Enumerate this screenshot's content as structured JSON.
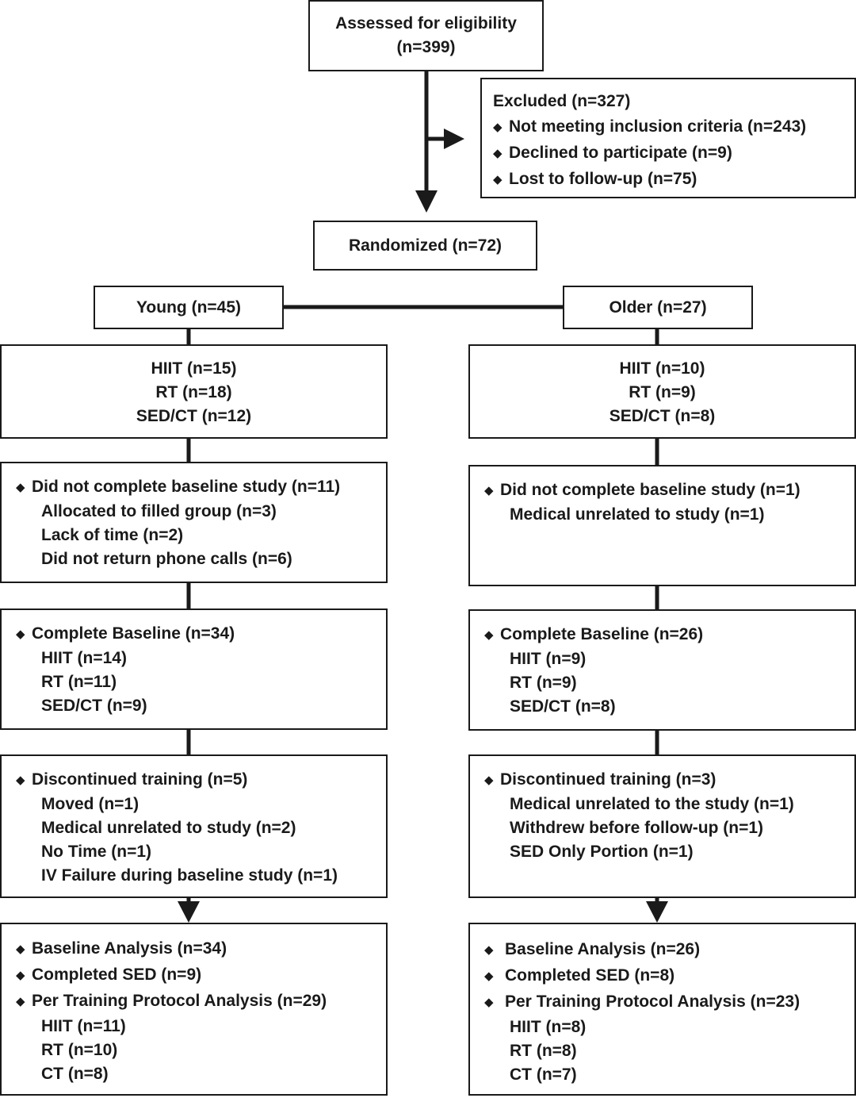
{
  "assessed": {
    "line1": "Assessed for eligibility",
    "line2": "(n=399)"
  },
  "excluded": {
    "title": "Excluded  (n=327)",
    "items": [
      "Not meeting inclusion criteria (n=243)",
      "Declined to participate (n=9)",
      "Lost to follow-up (n=75)"
    ]
  },
  "randomized": "Randomized (n=72)",
  "young": {
    "label": "Young (n=45)",
    "groups": [
      "HIIT (n=15)",
      "RT (n=18)",
      "SED/CT (n=12)"
    ],
    "not_complete": {
      "title": "Did not complete baseline study (n=11)",
      "items": [
        "Allocated to filled group (n=3)",
        "Lack of time (n=2)",
        "Did not return phone calls (n=6)"
      ]
    },
    "complete": {
      "title": "Complete Baseline (n=34)",
      "items": [
        "HIIT (n=14)",
        "RT (n=11)",
        "SED/CT (n=9)"
      ]
    },
    "discontinued": {
      "title": "Discontinued training (n=5)",
      "items": [
        "Moved (n=1)",
        "Medical unrelated to study (n=2)",
        "No Time (n=1)",
        "IV Failure during baseline study (n=1)"
      ]
    },
    "analysis": {
      "bullets": [
        "Baseline Analysis (n=34)",
        "Completed SED (n=9)",
        "Per Training Protocol Analysis (n=29)"
      ],
      "items": [
        "HIIT (n=11)",
        "RT (n=10)",
        "CT (n=8)"
      ]
    }
  },
  "older": {
    "label": "Older (n=27)",
    "groups": [
      "HIIT (n=10)",
      "RT (n=9)",
      "SED/CT (n=8)"
    ],
    "not_complete": {
      "title": "Did not complete baseline study (n=1)",
      "items": [
        "Medical unrelated to study (n=1)"
      ]
    },
    "complete": {
      "title": "Complete Baseline (n=26)",
      "items": [
        "HIIT (n=9)",
        "RT (n=9)",
        "SED/CT (n=8)"
      ]
    },
    "discontinued": {
      "title": "Discontinued training (n=3)",
      "items": [
        "Medical unrelated to the study (n=1)",
        "Withdrew before follow-up (n=1)",
        "SED Only Portion (n=1)"
      ]
    },
    "analysis": {
      "bullets": [
        "Baseline Analysis (n=26)",
        "Completed SED (n=8)",
        "Per Training Protocol Analysis (n=23)"
      ],
      "items": [
        "HIIT (n=8)",
        "RT (n=8)",
        "CT (n=7)"
      ]
    }
  },
  "bullet_glyph": "◆"
}
